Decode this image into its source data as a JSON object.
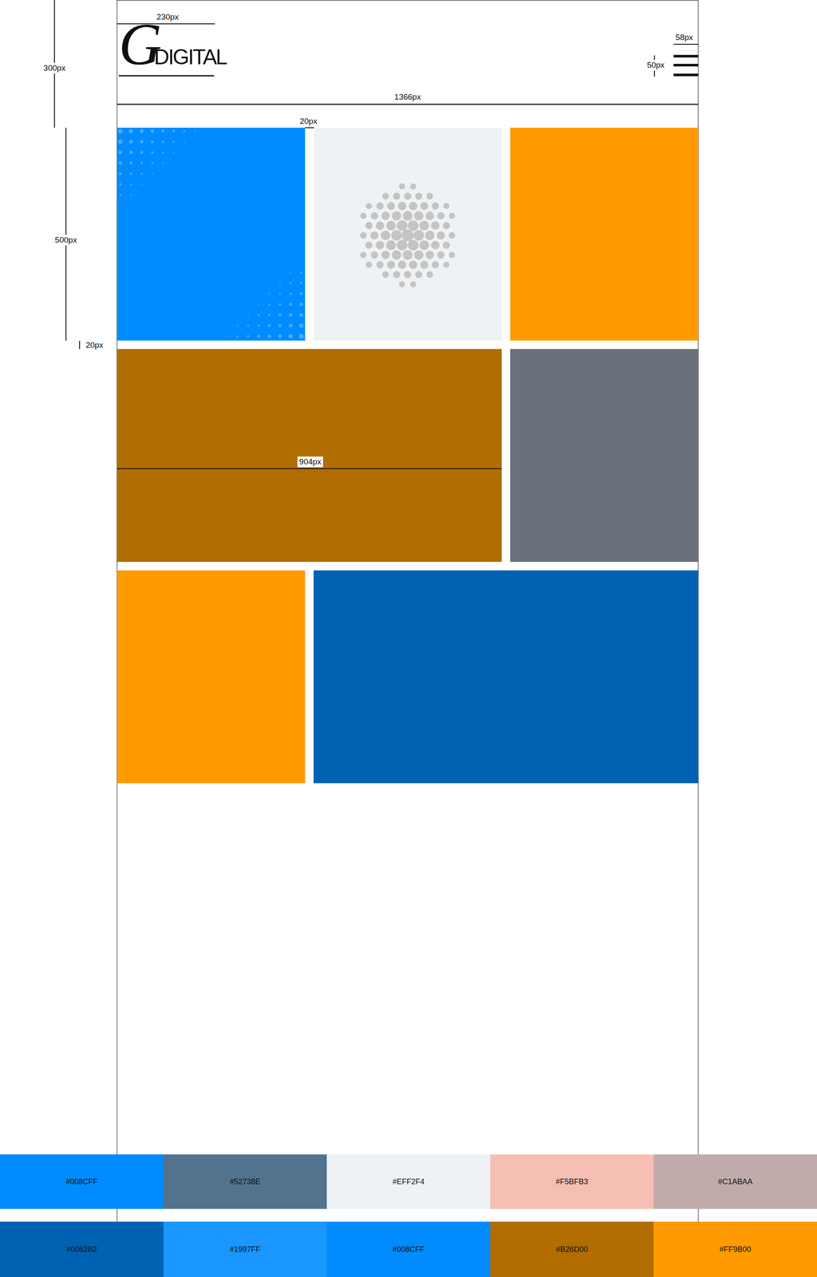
{
  "diagram": {
    "labels": [
      "230px",
      "GDIGITAL",
      "300px",
      "58px",
      "50px",
      "1366px",
      "20px",
      "500px",
      "20px",
      "904px"
    ],
    "legend": [
      {
        "text": "#008CFF",
        "color": "#008CFF"
      },
      {
        "text": "#52738E",
        "color": "#52738E"
      },
      {
        "text": "#EFF2F4",
        "color": "#EFF2F4"
      },
      {
        "text": "#F5BFB3",
        "color": "#F5BFB3"
      },
      {
        "text": "#C1ABAA",
        "color": "#C1ABAA"
      },
      {
        "text": "#0062B2",
        "color": "#0062B2"
      },
      {
        "text": "#1997FF",
        "color": "#1997FF"
      },
      {
        "text": "#008CFF",
        "color": "#008CFF"
      },
      {
        "text": "#B26D00",
        "color": "#B26D00"
      },
      {
        "text": "#FF9B00",
        "color": "#FF9B00"
      }
    ]
  }
}
